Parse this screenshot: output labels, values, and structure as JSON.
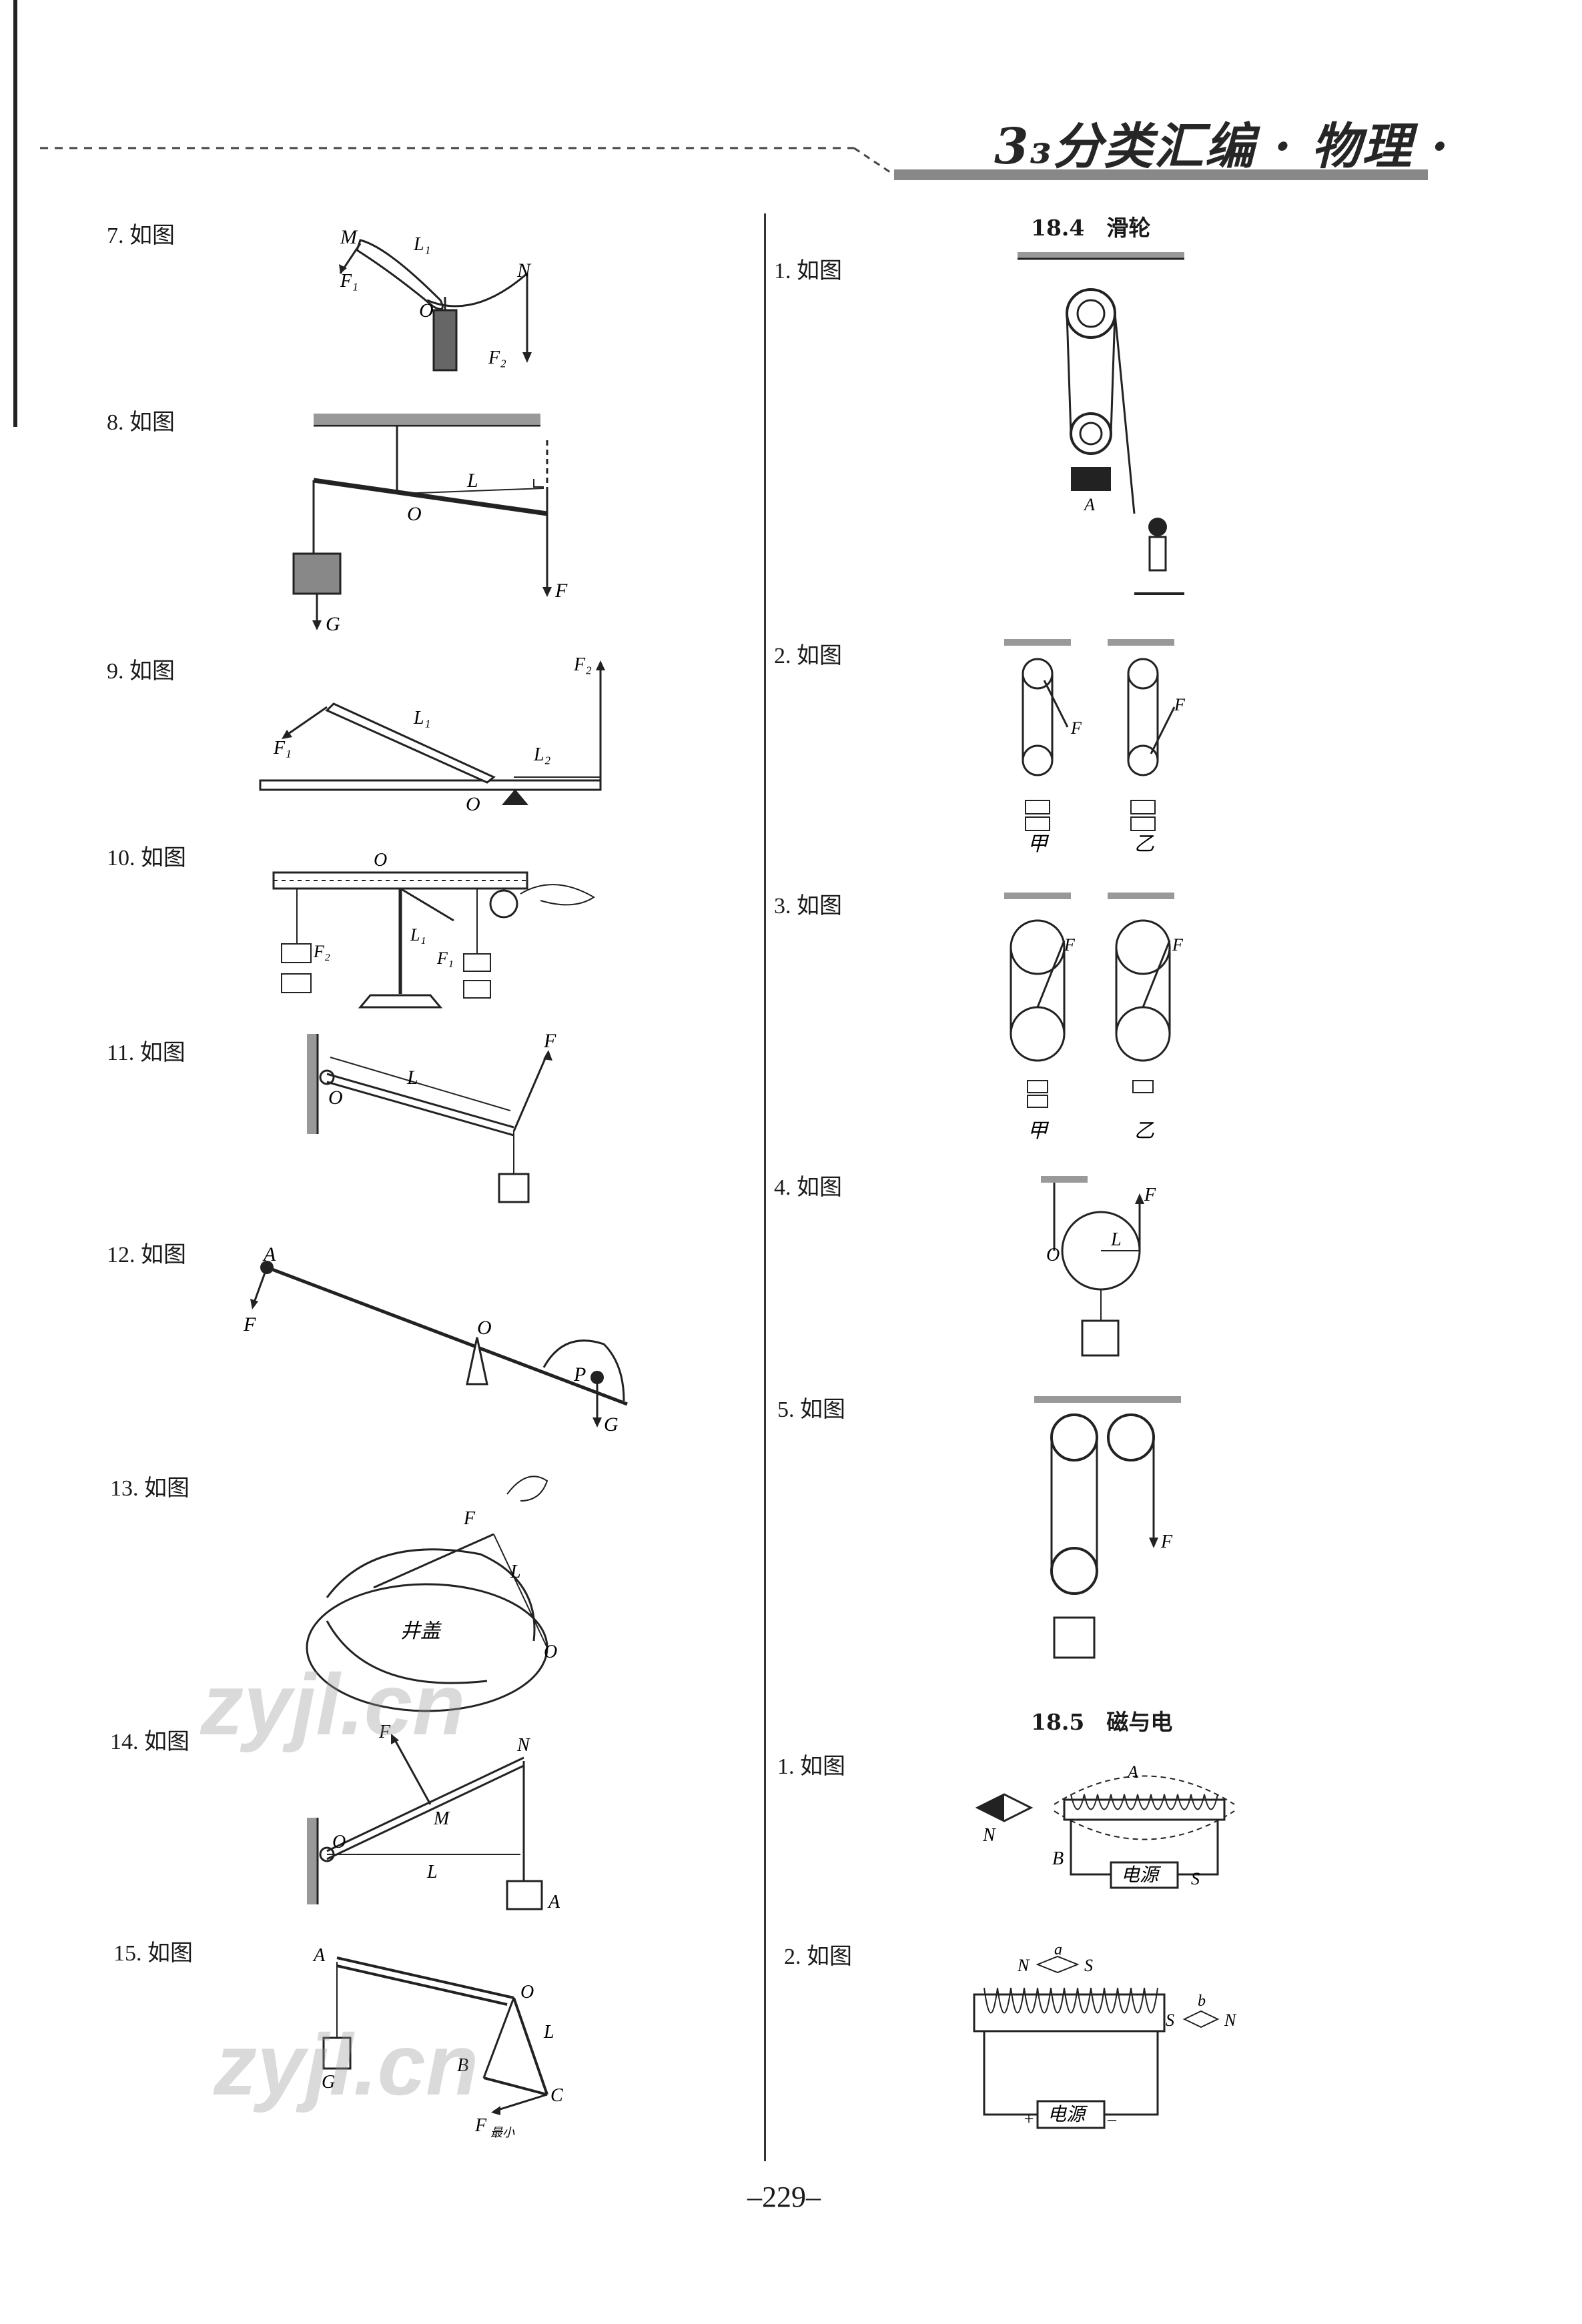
{
  "header": {
    "brand": "3₃分类汇编 · 物理 ·"
  },
  "left": {
    "items": [
      "7. 如图",
      "8. 如图",
      "9. 如图",
      "10. 如图",
      "11. 如图",
      "12. 如图",
      "13. 如图",
      "14. 如图",
      "15. 如图"
    ]
  },
  "right": {
    "sec184": "18.4　滑轮",
    "items184": [
      "1. 如图",
      "2. 如图",
      "3. 如图",
      "4. 如图",
      "5. 如图"
    ],
    "sec185": "18.5　磁与电",
    "items185": [
      "1. 如图",
      "2. 如图"
    ]
  },
  "labels": {
    "f7": {
      "M": "M",
      "L": "L₁",
      "F1": "F₁",
      "O": "O",
      "N": "N",
      "F2": "F₂"
    },
    "f8": {
      "L": "L",
      "O": "O",
      "G": "G",
      "F": "F"
    },
    "f9": {
      "F1": "F₁",
      "L1": "L₁",
      "L2": "L₂",
      "F2": "F₂",
      "O": "O"
    },
    "f10": {
      "O": "O",
      "L": "L₁",
      "F1": "F₁",
      "F2": "F₂"
    },
    "f11": {
      "L": "L",
      "F": "F",
      "O": "O"
    },
    "f12": {
      "A": "A",
      "F": "F",
      "O": "O",
      "P": "P",
      "G": "G"
    },
    "f13": {
      "F": "F",
      "L": "L",
      "text": "井盖",
      "O": "O"
    },
    "f14": {
      "F": "F",
      "N": "N",
      "M": "M",
      "O": "O",
      "L": "L",
      "A": "A"
    },
    "f15": {
      "A": "A",
      "O": "O",
      "L": "L",
      "G": "G",
      "B": "B",
      "C": "C",
      "F": "F",
      "sub": "最小"
    },
    "r2": {
      "F": "F",
      "jia": "甲",
      "yi": "乙"
    },
    "r3": {
      "F": "F",
      "jia": "甲",
      "yi": "乙"
    },
    "r4": {
      "F": "F",
      "L": "L",
      "O": "O"
    },
    "r5": {
      "F": "F"
    },
    "m1": {
      "A": "A",
      "N": "N",
      "B": "B",
      "S": "S",
      "power": "电源"
    },
    "m2": {
      "N": "N",
      "a": "a",
      "S": "S",
      "b": "b",
      "power": "电源",
      "plus": "+",
      "minus": "–"
    },
    "r1": {
      "A": "A"
    }
  },
  "watermark": "zyjl.cn",
  "page_number": "–229–"
}
